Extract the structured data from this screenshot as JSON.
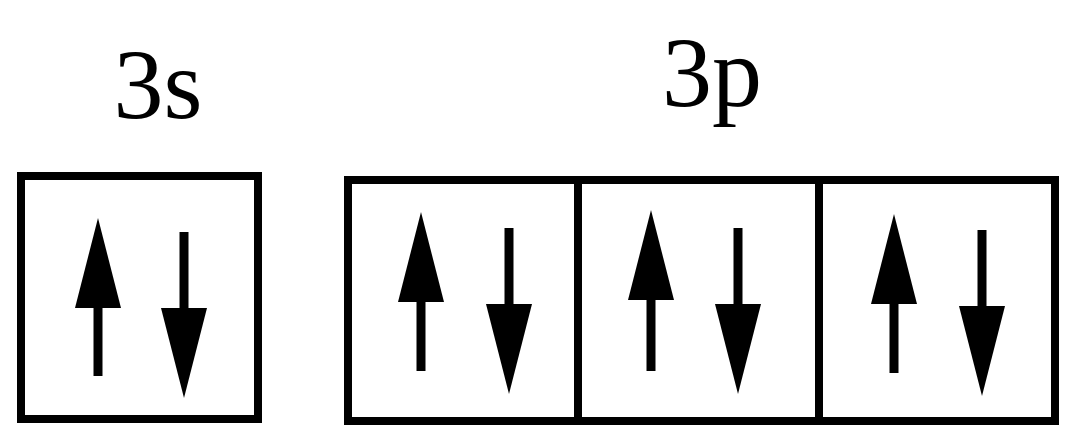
{
  "orbitals": [
    {
      "label": "3s",
      "electrons": [
        "up",
        "down"
      ]
    },
    {
      "label": "3p",
      "electrons": [
        [
          "up",
          "down"
        ],
        [
          "up",
          "down"
        ],
        [
          "up",
          "down"
        ]
      ]
    }
  ],
  "colors": {
    "stroke": "#000000",
    "background": "#ffffff"
  }
}
